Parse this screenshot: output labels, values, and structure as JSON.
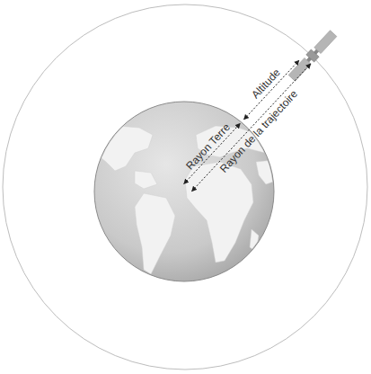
{
  "diagram": {
    "labels": [
      "Altitude",
      "Rayon Terre",
      "Rayon de la trajectoire"
    ]
  }
}
